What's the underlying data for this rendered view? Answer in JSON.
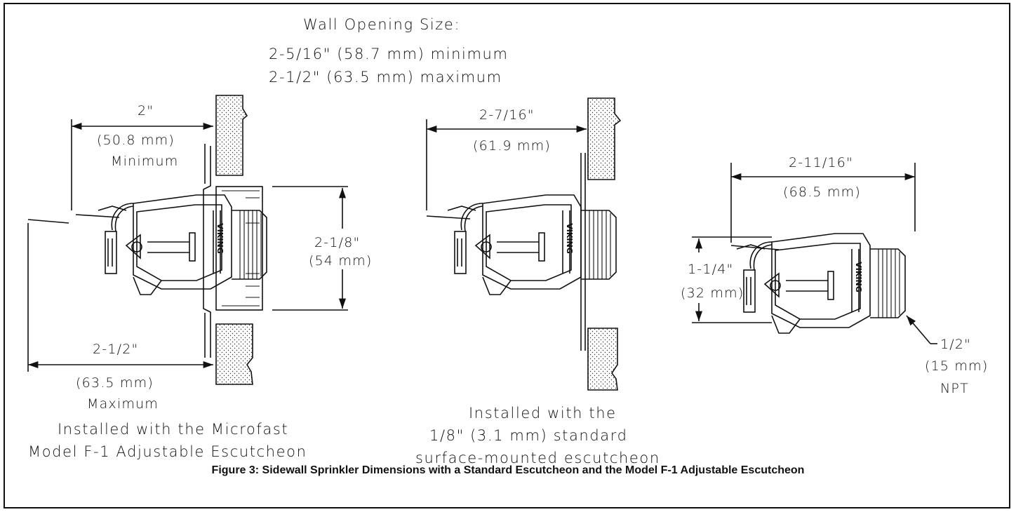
{
  "header": {
    "wall_opening_title": "Wall Opening Size:",
    "wall_opening_min": "2-5/16\" (58.7 mm) minimum",
    "wall_opening_max": "2-1/2\" (63.5 mm) maximum"
  },
  "left_assembly": {
    "min_dim_in": "2\"",
    "min_dim_mm": "(50.8 mm)",
    "min_dim_note": "Minimum",
    "max_dim_in": "2-1/2\"",
    "max_dim_mm": "(63.5 mm)",
    "max_dim_note": "Maximum",
    "height_dim_in": "2-1/8\"",
    "height_dim_mm": "(54 mm)",
    "caption_line1": "Installed with the Microfast",
    "caption_line2": "Model F-1 Adjustable Escutcheon"
  },
  "middle_assembly": {
    "dim_in": "2-7/16\"",
    "dim_mm": "(61.9 mm)",
    "caption_line1": "Installed with the",
    "caption_line2": "1/8\" (3.1 mm) standard",
    "caption_line3": "surface-mounted escutcheon"
  },
  "right_assembly": {
    "length_in": "2-11/16\"",
    "length_mm": "(68.5 mm)",
    "height_in": "1-1/4\"",
    "height_mm": "(32 mm)",
    "thread_in": "1/2\"",
    "thread_mm": "(15 mm)",
    "thread_type": "NPT"
  },
  "brand_mark": "VIKING",
  "figure_caption": "Figure 3:  Sidewall Sprinkler Dimensions with a Standard Escutcheon and the Model F-1 Adjustable Escutcheon"
}
